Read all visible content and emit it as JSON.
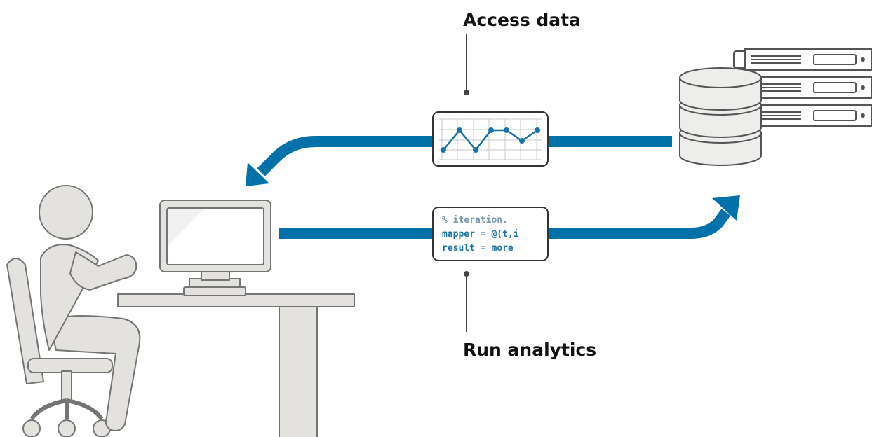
{
  "labels": {
    "access": "Access data",
    "run": "Run analytics"
  },
  "code_lines": [
    "% iteration.",
    "mapper = @(t,i",
    "result = more"
  ],
  "colors": {
    "flow_arrow": "#0071a9",
    "figure_fill": "#e3e2de",
    "figure_stroke": "#757575",
    "code_comment": "#7a99b0",
    "code_text": "#1a73a6",
    "chart_line": "#1a73a6"
  },
  "icons": {
    "chart_card": "line-chart-icon",
    "database": "database-icon",
    "servers": "server-rack-icon",
    "person": "person-at-desk-icon",
    "monitor": "monitor-icon"
  }
}
